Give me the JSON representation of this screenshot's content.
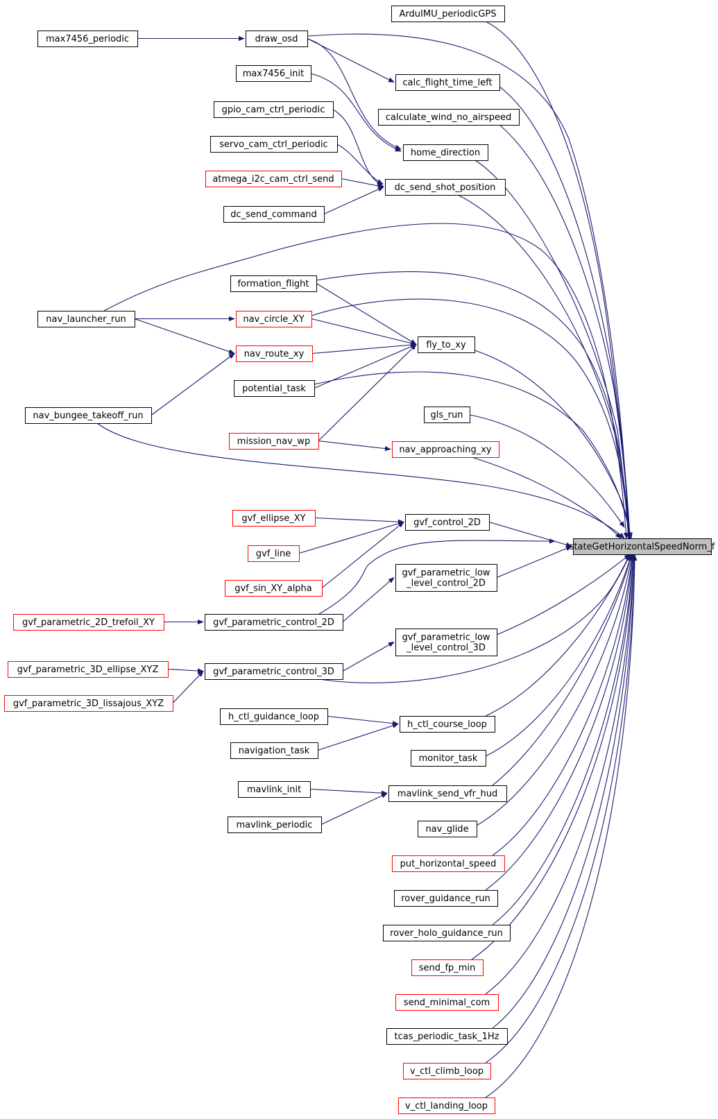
{
  "colors": {
    "edge": "#191970",
    "box_border_default": "#000000",
    "box_border_truncated": "#ff0000",
    "box_fill_default": "#ffffff",
    "box_fill_root": "#bfbfbf"
  },
  "nodes": {
    "root": {
      "label": "stateGetHorizontalSpeedNorm_f",
      "style": "root"
    },
    "arduimu_gps": {
      "label": "ArduIMU_periodicGPS",
      "style": "normal"
    },
    "draw_osd": {
      "label": "draw_osd",
      "style": "normal"
    },
    "max7456_periodic": {
      "label": "max7456_periodic",
      "style": "normal"
    },
    "calc_flight_time_left": {
      "label": "calc_flight_time_left",
      "style": "normal"
    },
    "max7456_init": {
      "label": "max7456_init",
      "style": "normal"
    },
    "calculate_wind": {
      "label": "calculate_wind_no_airspeed",
      "style": "normal"
    },
    "gpio_cam": {
      "label": "gpio_cam_ctrl_periodic",
      "style": "normal"
    },
    "home_direction": {
      "label": "home_direction",
      "style": "normal"
    },
    "servo_cam": {
      "label": "servo_cam_ctrl_periodic",
      "style": "normal"
    },
    "atmega_cam": {
      "label": "atmega_i2c_cam_ctrl_send",
      "style": "truncated"
    },
    "dc_send_shot": {
      "label": "dc_send_shot_position",
      "style": "normal"
    },
    "dc_send_command": {
      "label": "dc_send_command",
      "style": "normal"
    },
    "formation_flight": {
      "label": "formation_flight",
      "style": "normal"
    },
    "nav_launcher_run": {
      "label": "nav_launcher_run",
      "style": "normal"
    },
    "nav_circle_xy": {
      "label": "nav_circle_XY",
      "style": "truncated"
    },
    "fly_to_xy": {
      "label": "fly_to_xy",
      "style": "normal"
    },
    "nav_route_xy": {
      "label": "nav_route_xy",
      "style": "truncated"
    },
    "potential_task": {
      "label": "potential_task",
      "style": "normal"
    },
    "nav_bungee": {
      "label": "nav_bungee_takeoff_run",
      "style": "normal"
    },
    "gls_run": {
      "label": "gls_run",
      "style": "normal"
    },
    "mission_nav_wp": {
      "label": "mission_nav_wp",
      "style": "truncated"
    },
    "nav_approaching_xy": {
      "label": "nav_approaching_xy",
      "style": "truncated"
    },
    "gvf_ellipse_xy": {
      "label": "gvf_ellipse_XY",
      "style": "truncated"
    },
    "gvf_control_2d": {
      "label": "gvf_control_2D",
      "style": "normal"
    },
    "gvf_line": {
      "label": "gvf_line",
      "style": "truncated"
    },
    "gvf_sin": {
      "label": "gvf_sin_XY_alpha",
      "style": "truncated"
    },
    "gvf_low_2d": {
      "label": "gvf_parametric_low\n_level_control_2D",
      "style": "normal"
    },
    "gvf_trefoil": {
      "label": "gvf_parametric_2D_trefoil_XY",
      "style": "truncated"
    },
    "gvf_param_2d": {
      "label": "gvf_parametric_control_2D",
      "style": "normal"
    },
    "gvf_low_3d": {
      "label": "gvf_parametric_low\n_level_control_3D",
      "style": "normal"
    },
    "gvf_ellipse_xyz": {
      "label": "gvf_parametric_3D_ellipse_XYZ",
      "style": "truncated"
    },
    "gvf_param_3d": {
      "label": "gvf_parametric_control_3D",
      "style": "normal"
    },
    "gvf_lissajous": {
      "label": "gvf_parametric_3D_lissajous_XYZ",
      "style": "truncated"
    },
    "h_ctl_guidance": {
      "label": "h_ctl_guidance_loop",
      "style": "normal"
    },
    "h_ctl_course": {
      "label": "h_ctl_course_loop",
      "style": "normal"
    },
    "navigation_task": {
      "label": "navigation_task",
      "style": "normal"
    },
    "monitor_task": {
      "label": "monitor_task",
      "style": "normal"
    },
    "mavlink_init": {
      "label": "mavlink_init",
      "style": "normal"
    },
    "mavlink_vfr": {
      "label": "mavlink_send_vfr_hud",
      "style": "normal"
    },
    "mavlink_periodic": {
      "label": "mavlink_periodic",
      "style": "normal"
    },
    "nav_glide": {
      "label": "nav_glide",
      "style": "normal"
    },
    "put_hspeed": {
      "label": "put_horizontal_speed",
      "style": "truncated"
    },
    "rover_guidance": {
      "label": "rover_guidance_run",
      "style": "normal"
    },
    "rover_holo": {
      "label": "rover_holo_guidance_run",
      "style": "normal"
    },
    "send_fp_min": {
      "label": "send_fp_min",
      "style": "truncated"
    },
    "send_minimal_com": {
      "label": "send_minimal_com",
      "style": "truncated"
    },
    "tcas_periodic": {
      "label": "tcas_periodic_task_1Hz",
      "style": "normal"
    },
    "v_ctl_climb": {
      "label": "v_ctl_climb_loop",
      "style": "truncated"
    },
    "v_ctl_landing": {
      "label": "v_ctl_landing_loop",
      "style": "truncated"
    }
  },
  "edges": [
    {
      "from": "arduimu_gps",
      "to": "root"
    },
    {
      "from": "draw_osd",
      "to": "root"
    },
    {
      "from": "max7456_periodic",
      "to": "draw_osd"
    },
    {
      "from": "calc_flight_time_left",
      "to": "root"
    },
    {
      "from": "draw_osd",
      "to": "calc_flight_time_left"
    },
    {
      "from": "calculate_wind",
      "to": "root"
    },
    {
      "from": "home_direction",
      "to": "root"
    },
    {
      "from": "draw_osd",
      "to": "home_direction"
    },
    {
      "from": "max7456_init",
      "to": "home_direction"
    },
    {
      "from": "dc_send_shot",
      "to": "root"
    },
    {
      "from": "gpio_cam",
      "to": "dc_send_shot"
    },
    {
      "from": "servo_cam",
      "to": "dc_send_shot"
    },
    {
      "from": "atmega_cam",
      "to": "dc_send_shot"
    },
    {
      "from": "dc_send_command",
      "to": "dc_send_shot"
    },
    {
      "from": "nav_launcher_run",
      "to": "root"
    },
    {
      "from": "formation_flight",
      "to": "root"
    },
    {
      "from": "formation_flight",
      "to": "fly_to_xy"
    },
    {
      "from": "nav_circle_xy",
      "to": "root"
    },
    {
      "from": "nav_launcher_run",
      "to": "nav_circle_xy"
    },
    {
      "from": "nav_circle_xy",
      "to": "fly_to_xy"
    },
    {
      "from": "nav_launcher_run",
      "to": "nav_route_xy"
    },
    {
      "from": "nav_route_xy",
      "to": "fly_to_xy"
    },
    {
      "from": "nav_bungee",
      "to": "nav_route_xy"
    },
    {
      "from": "fly_to_xy",
      "to": "root"
    },
    {
      "from": "potential_task",
      "to": "fly_to_xy"
    },
    {
      "from": "potential_task",
      "to": "root"
    },
    {
      "from": "mission_nav_wp",
      "to": "fly_to_xy"
    },
    {
      "from": "nav_bungee",
      "to": "root"
    },
    {
      "from": "gls_run",
      "to": "root"
    },
    {
      "from": "mission_nav_wp",
      "to": "nav_approaching_xy"
    },
    {
      "from": "nav_approaching_xy",
      "to": "root"
    },
    {
      "from": "gvf_control_2d",
      "to": "root"
    },
    {
      "from": "gvf_ellipse_xy",
      "to": "gvf_control_2d"
    },
    {
      "from": "gvf_line",
      "to": "gvf_control_2d"
    },
    {
      "from": "gvf_sin",
      "to": "gvf_control_2d"
    },
    {
      "from": "gvf_param_2d",
      "to": "root"
    },
    {
      "from": "gvf_low_2d",
      "to": "root"
    },
    {
      "from": "gvf_param_2d",
      "to": "gvf_low_2d"
    },
    {
      "from": "gvf_trefoil",
      "to": "gvf_param_2d"
    },
    {
      "from": "gvf_low_3d",
      "to": "root"
    },
    {
      "from": "gvf_param_3d",
      "to": "gvf_low_3d"
    },
    {
      "from": "gvf_param_3d",
      "to": "root"
    },
    {
      "from": "gvf_ellipse_xyz",
      "to": "gvf_param_3d"
    },
    {
      "from": "gvf_lissajous",
      "to": "gvf_param_3d"
    },
    {
      "from": "h_ctl_course",
      "to": "root"
    },
    {
      "from": "h_ctl_guidance",
      "to": "h_ctl_course"
    },
    {
      "from": "navigation_task",
      "to": "h_ctl_course"
    },
    {
      "from": "monitor_task",
      "to": "root"
    },
    {
      "from": "mavlink_vfr",
      "to": "root"
    },
    {
      "from": "mavlink_init",
      "to": "mavlink_vfr"
    },
    {
      "from": "mavlink_periodic",
      "to": "mavlink_vfr"
    },
    {
      "from": "nav_glide",
      "to": "root"
    },
    {
      "from": "put_hspeed",
      "to": "root"
    },
    {
      "from": "rover_guidance",
      "to": "root"
    },
    {
      "from": "rover_holo",
      "to": "root"
    },
    {
      "from": "send_fp_min",
      "to": "root"
    },
    {
      "from": "send_minimal_com",
      "to": "root"
    },
    {
      "from": "tcas_periodic",
      "to": "root"
    },
    {
      "from": "v_ctl_climb",
      "to": "root"
    },
    {
      "from": "v_ctl_landing",
      "to": "root"
    }
  ]
}
